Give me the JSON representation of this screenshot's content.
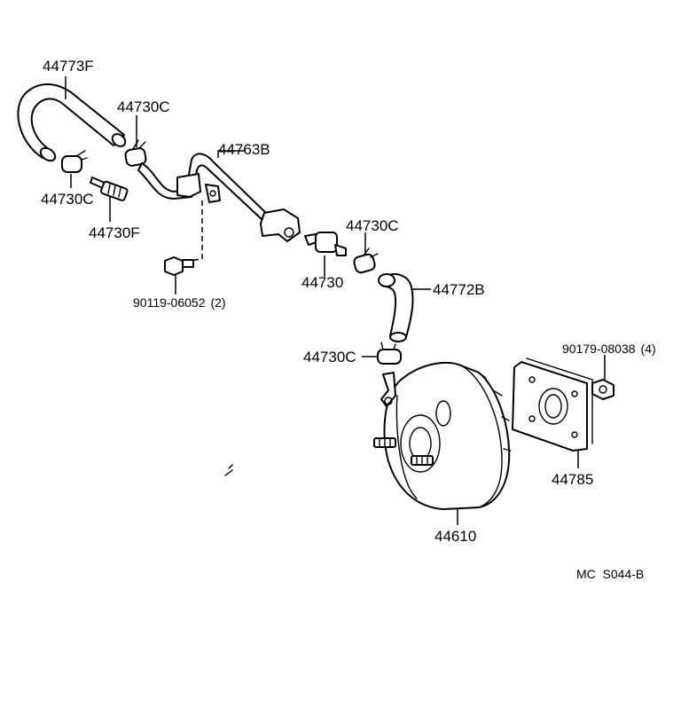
{
  "labels": {
    "hose_44773f": "44773F",
    "clamp_44730c_top": "44730C",
    "clamp_44730c_left": "44730C",
    "fitting_44730f": "44730F",
    "pipe_44763b": "44763B",
    "bolt_90119": "90119-06052",
    "bolt_90119_qty": "(2)",
    "clamp_44730c_mid": "44730C",
    "valve_44730": "44730",
    "hose_44772b": "44772B",
    "clamp_44730c_low": "44730C",
    "nut_90179": "90179-08038",
    "nut_90179_qty": "(4)",
    "gasket_44785": "44785",
    "booster_44610": "44610",
    "diagram_code": "MC  S044-B"
  },
  "colors": {
    "line": "#000000",
    "background": "#ffffff"
  }
}
